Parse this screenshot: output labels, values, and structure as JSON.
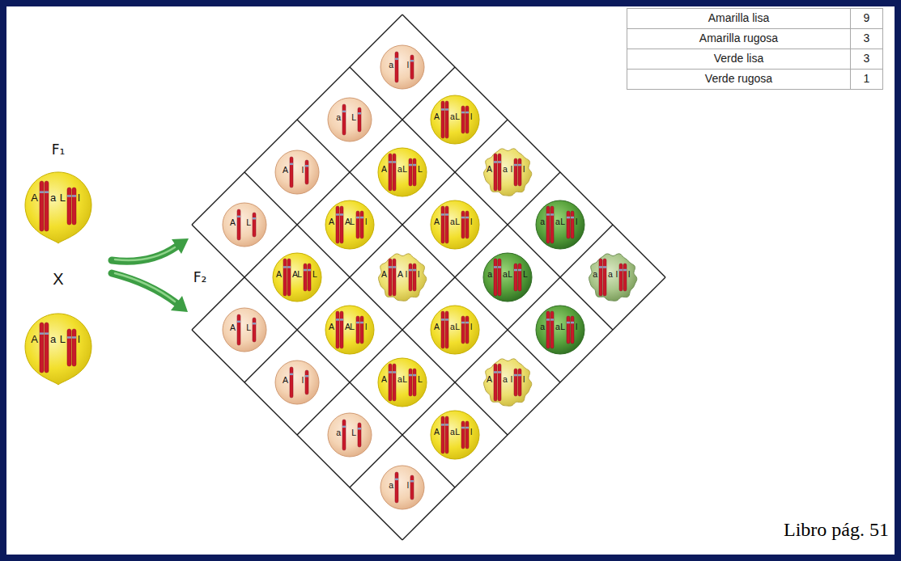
{
  "diagram": {
    "nodes": [
      {
        "text": [
          "A",
          "a",
          "L",
          "l"
        ]
      },
      {
        "text": [
          "A",
          "a",
          "L",
          "l"
        ]
      },
      {
        "text": [
          "a",
          "l"
        ]
      },
      {
        "text": [
          "a",
          "L"
        ]
      },
      {
        "text": [
          "A",
          "a",
          "L",
          "l"
        ]
      },
      {
        "text": [
          "A",
          "l"
        ]
      },
      {
        "text": [
          "A",
          "a",
          "L",
          "L"
        ]
      },
      {
        "text": [
          "A",
          "a",
          "l",
          "l"
        ]
      },
      {
        "text": [
          "A",
          "L"
        ]
      },
      {
        "text": [
          "A",
          "A",
          "L",
          "l"
        ]
      },
      {
        "text": [
          "A",
          "a",
          "L",
          "l"
        ]
      },
      {
        "text": [
          "a",
          "a",
          "L",
          "l"
        ]
      },
      {
        "text": [
          "A",
          "A",
          "L",
          "L"
        ]
      },
      {
        "text": [
          "A",
          "A",
          "l",
          "l"
        ]
      },
      {
        "text": [
          "a",
          "a",
          "L",
          "L"
        ]
      },
      {
        "text": [
          "a",
          "a",
          "l",
          "l"
        ]
      },
      {
        "text": [
          "A",
          "L"
        ]
      },
      {
        "text": [
          "A",
          "A",
          "L",
          "l"
        ]
      },
      {
        "text": [
          "A",
          "a",
          "L",
          "l"
        ]
      },
      {
        "text": [
          "a",
          "a",
          "L",
          "l"
        ]
      },
      {
        "text": [
          "A",
          "l"
        ]
      },
      {
        "text": [
          "A",
          "a",
          "L",
          "L"
        ]
      },
      {
        "text": [
          "A",
          "a",
          "l",
          "l"
        ]
      },
      {
        "text": [
          "a",
          "L"
        ]
      },
      {
        "text": [
          "A",
          "a",
          "L",
          "l"
        ]
      },
      {
        "text": [
          "a",
          "l"
        ]
      }
    ],
    "labels": [
      "F₁",
      "X",
      "F₂",
      "Amarilla lisa",
      "9",
      "Amarilla rugosa",
      "3",
      "Verde lisa",
      "3",
      "Verde rugosa",
      "1",
      "Libro pág. 51"
    ]
  }
}
